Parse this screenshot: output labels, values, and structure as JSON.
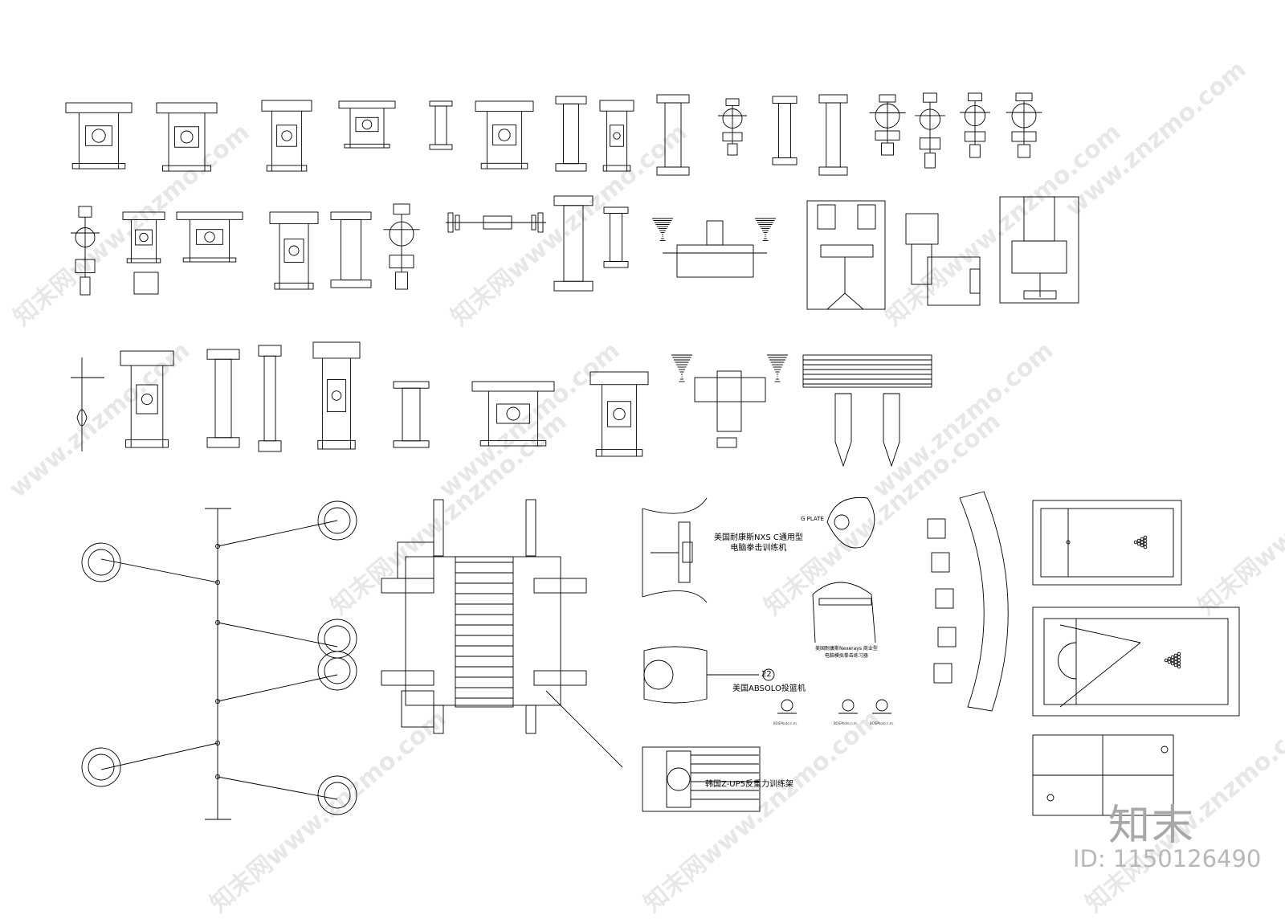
{
  "labels": {
    "boxing_machine": "美国耐康斯NXS C通用型\n电脑拳击训练机",
    "boxing_machine_line1": "美国耐康斯NXS C通用型",
    "boxing_machine_line2": "电脑拳击训练机",
    "plate_label": "G PLATE",
    "nexerays_line1": "美国耐康斯Nexerays 商业型",
    "nexerays_line2": "电脑模拟拳击练习器",
    "number_22": "22",
    "absolo": "美国ABSOLO投篮机",
    "zup5": "韩国Z-UP5反重力训练架",
    "small1": "BOSPhoto n.m.",
    "small2": "BOSPhoto n.m.",
    "small3": "BOSPhoto n.m."
  },
  "watermark": {
    "text_a": "知末网www.znzmo.com",
    "text_b": "www.znzmo.com",
    "brand": "知末",
    "id": "ID: 1150126490"
  },
  "colors": {
    "line": "#000000",
    "watermark": "#a0a0a0"
  }
}
